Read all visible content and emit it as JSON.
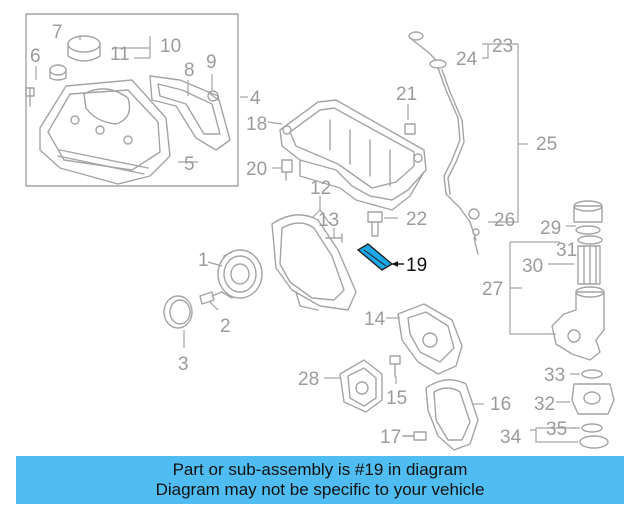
{
  "diagram": {
    "callouts": {
      "c1": "1",
      "c2": "2",
      "c3": "3",
      "c4": "4",
      "c5": "5",
      "c6": "6",
      "c7": "7",
      "c8": "8",
      "c9": "9",
      "c10": "10",
      "c11": "11",
      "c12": "12",
      "c13": "13",
      "c14": "14",
      "c15": "15",
      "c16": "16",
      "c17": "17",
      "c18": "18",
      "c19": "19",
      "c20": "20",
      "c21": "21",
      "c22": "22",
      "c23": "23",
      "c24": "24",
      "c25": "25",
      "c26": "26",
      "c27": "27",
      "c28": "28",
      "c29": "29",
      "c30": "30",
      "c31": "31",
      "c32": "32",
      "c33": "33",
      "c34": "34",
      "c35": "35"
    },
    "highlighted_part": "19",
    "colors": {
      "line": "#a4a4a4",
      "text": "#9b9b9b",
      "highlight_fill": "#1aa8e8",
      "highlight_text": "#111111"
    }
  },
  "banner": {
    "line1": "Part or sub-assembly is #19 in diagram",
    "line2": "Diagram may not be specific to your vehicle",
    "color": "#4fbcf2"
  }
}
